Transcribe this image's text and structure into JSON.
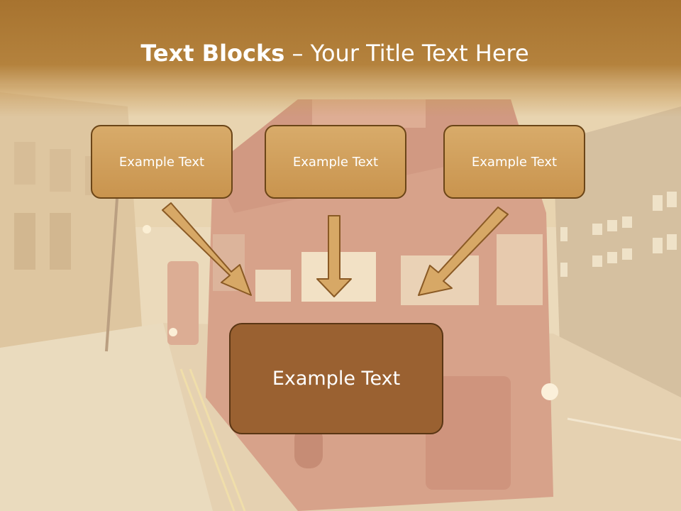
{
  "slide": {
    "title_bold": "Text Blocks",
    "title_rest": " – Your Title Text Here",
    "boxes": [
      {
        "label": "Example Text"
      },
      {
        "label": "Example Text"
      },
      {
        "label": "Example Text"
      }
    ],
    "main_box": {
      "label": "Example Text"
    }
  },
  "colors": {
    "title_bar": "#a7732f",
    "small_box_fill": "#d3a462",
    "small_box_border": "#6b4517",
    "main_box_fill": "#9a6131",
    "arrow_fill": "#d7a866",
    "arrow_stroke": "#8a5a25"
  }
}
